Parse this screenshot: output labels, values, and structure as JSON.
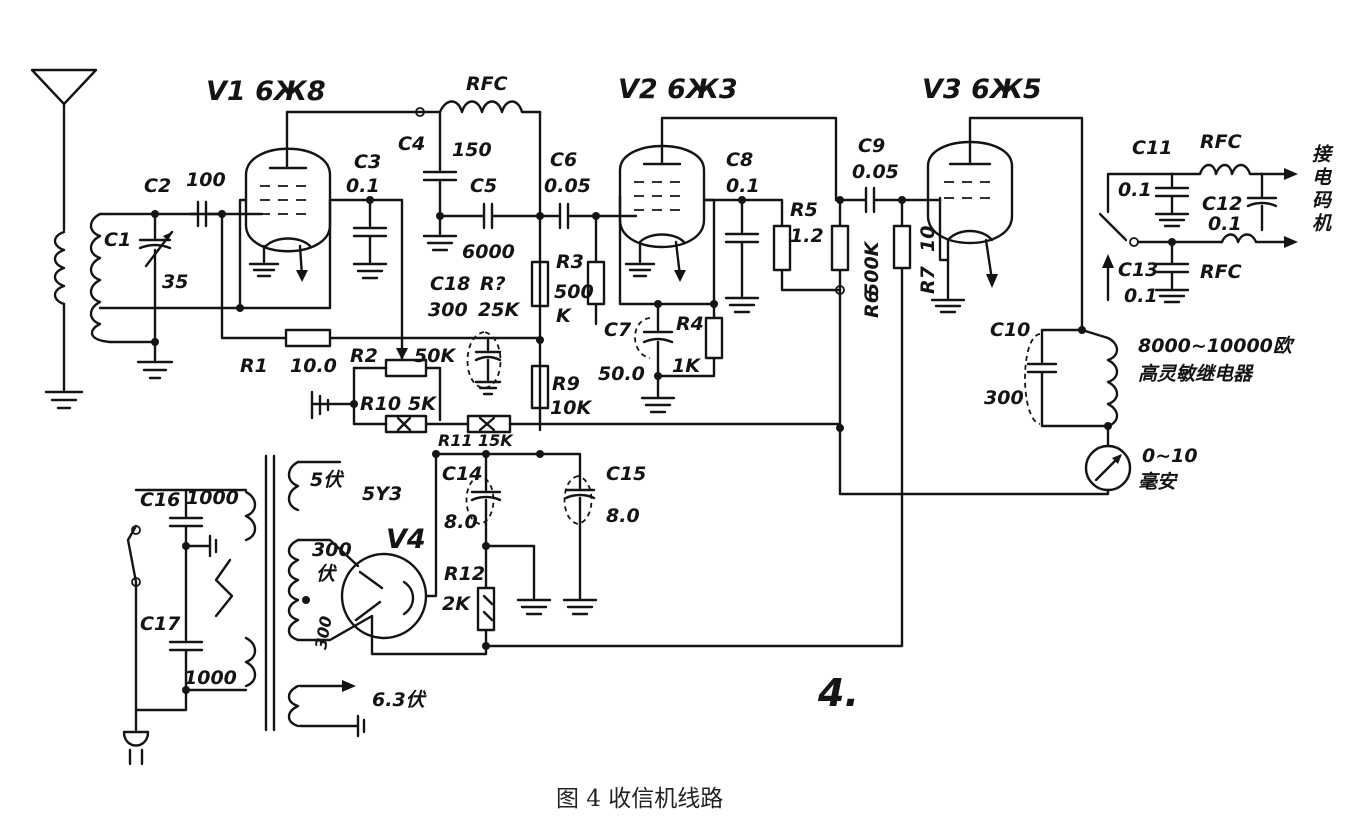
{
  "tubes": {
    "v1": "V1 6Ж8",
    "v2": "V2 6Ж3",
    "v3": "V3 6Ж5",
    "v4": "V4",
    "v4_type": "5Y3"
  },
  "components": {
    "c1": "C1",
    "c1_val": "35",
    "c2": "C2",
    "c2_val": "100",
    "c3": "C3",
    "c3_val": "0.1",
    "c4": "C4",
    "c4_val": "150",
    "c5": "C5",
    "c5_val": "6000",
    "c6": "C6",
    "c6_val": "0.05",
    "c7": "C7",
    "c7_val": "50.0",
    "c8": "C8",
    "c8_val": "0.1",
    "c9": "C9",
    "c9_val": "0.05",
    "c10": "C10",
    "c10_val": "300",
    "c11": "C11",
    "c11_val": "0.1",
    "c12": "C12",
    "c12_val": "0.1",
    "c13": "C13",
    "c13_val": "0.1",
    "c14": "C14",
    "c14_val": "8.0",
    "c15": "C15",
    "c15_val": "8.0",
    "c16": "C16",
    "c16_val": "1000",
    "c17": "C17",
    "c17_val": "1000",
    "c18": "C18",
    "c18_val": "300",
    "r1": "R1",
    "r1_val": "10.0",
    "r2": "R2",
    "r2_val": "50K",
    "r3": "R3",
    "r3_val": "500",
    "r3_unit": "K",
    "r4": "R4",
    "r4_val": "1K",
    "r5": "R5",
    "r5_val": "1.2",
    "r6": "R6",
    "r6_val": "500K",
    "r7": "R7",
    "r7_val": "10",
    "r8": "R?",
    "r8_val": "25K",
    "r9": "R9",
    "r9_val": "10K",
    "r10": "R10",
    "r10_val": "5K",
    "r11": "R11",
    "r11_val": "15K",
    "r12": "R12",
    "r12_val": "2K",
    "rfc": "RFC"
  },
  "power": {
    "v5": "5伏",
    "v300": "300",
    "v300_unit": "伏",
    "v300b": "300",
    "v63": "6.3伏"
  },
  "relay": {
    "range": "8000~10000欧",
    "desc": "高灵敏继电器"
  },
  "meter": {
    "range": "0~10",
    "unit": "毫安"
  },
  "side_text": "接电码机",
  "scribble": "4.",
  "caption": "图 4  收信机线路"
}
